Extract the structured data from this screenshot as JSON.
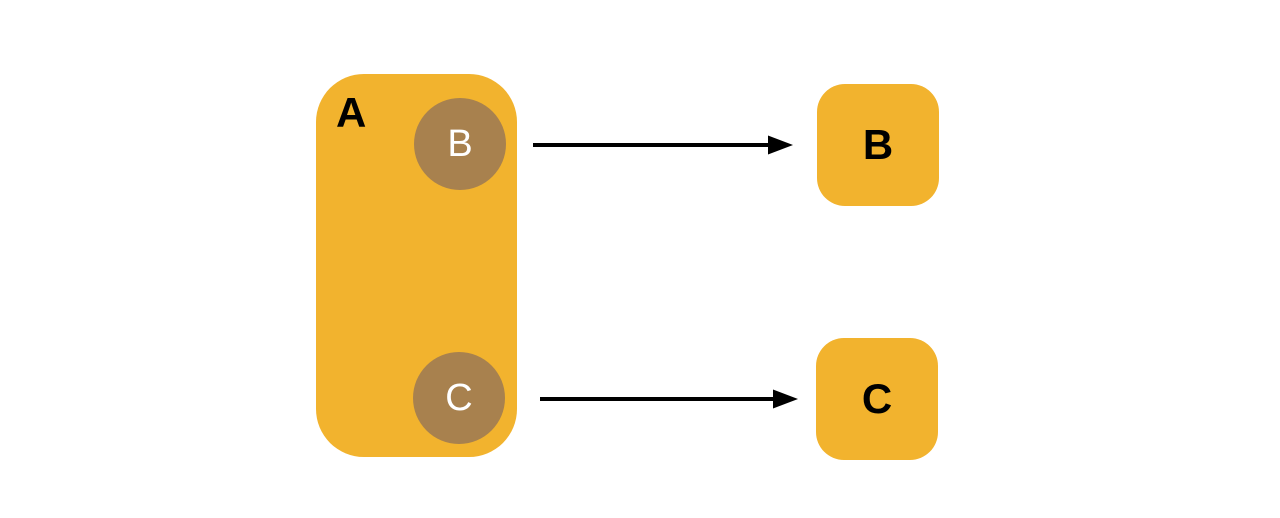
{
  "diagram": {
    "background_color": "#ffffff",
    "colors": {
      "container_fill": "#F2B32E",
      "inner_circle_fill": "#A8814E",
      "target_box_fill": "#F2B32E",
      "arrow_color": "#000000",
      "container_label_color": "#000000",
      "inner_circle_label_color": "#ffffff",
      "target_box_label_color": "#000000"
    },
    "container": {
      "label": "A"
    },
    "inner_nodes": [
      {
        "id": "circle-b",
        "label": "B"
      },
      {
        "id": "circle-c",
        "label": "C"
      }
    ],
    "target_nodes": [
      {
        "id": "box-b",
        "label": "B"
      },
      {
        "id": "box-c",
        "label": "C"
      }
    ],
    "arrows": [
      {
        "from": "circle-b",
        "to": "box-b"
      },
      {
        "from": "circle-c",
        "to": "box-c"
      }
    ]
  }
}
